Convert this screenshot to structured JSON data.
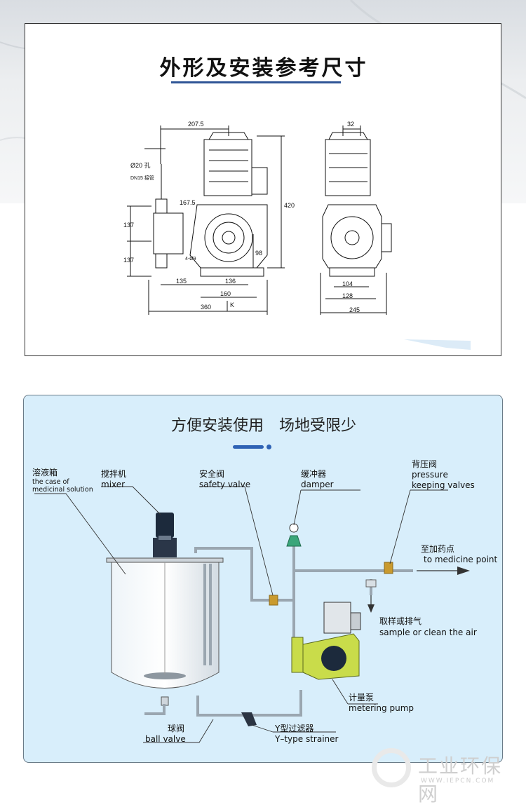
{
  "section1": {
    "title": "外形及安装参考尺寸",
    "dimensions": {
      "d207_5": "207.5",
      "d20": "Ø20 孔",
      "dn15": "DN15 接管",
      "d137a": "137",
      "d137b": "137",
      "d167_5": "167.5",
      "d420": "420",
      "d98": "98",
      "d4hole": "4-Ø9",
      "d135": "135",
      "d136": "136",
      "d160": "160",
      "d360": "360",
      "dK": "K",
      "d32": "32",
      "d104": "104",
      "d128": "128",
      "d245": "245"
    }
  },
  "section2": {
    "title": "方便安装使用　场地受限少",
    "labels": {
      "tank_cn": "溶液箱",
      "tank_en1": "the case of",
      "tank_en2": "medicinal solution",
      "mixer_cn": "搅拌机",
      "mixer_en": "mixer",
      "safety_cn": "安全阀",
      "safety_en": "safety valve",
      "damper_cn": "缓冲器",
      "damper_en": "damper",
      "pressure_cn": "背压阀",
      "pressure_en1": "pressure",
      "pressure_en2": "keeping valves",
      "medicine_cn": "至加药点",
      "medicine_en": "to medicine point",
      "sample_cn": "取样或排气",
      "sample_en": "sample or clean the air",
      "metering_cn": "计量泵",
      "metering_en": "metering pump",
      "strainer_cn": "Y型过滤器",
      "strainer_en": "Y–type strainer",
      "ball_cn": "球阀",
      "ball_en": "ball valve"
    }
  },
  "watermark": {
    "name": "工业环保网",
    "url": "WWW.IEPCN.COM"
  },
  "colors": {
    "accent_blue": "#2f5596",
    "panel_blue": "#d8eefb",
    "pump_green": "#c9dc4a",
    "damper_green": "#3aa67a"
  }
}
